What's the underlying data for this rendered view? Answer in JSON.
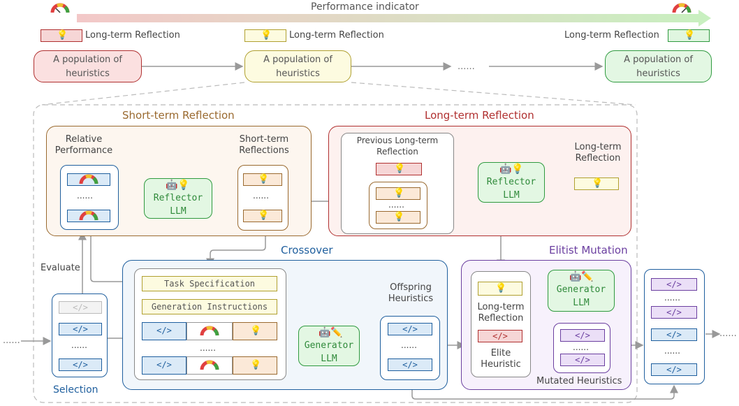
{
  "performance_indicator": "Performance indicator",
  "legend": {
    "left": "Long-term Reflection",
    "middle": "Long-term Reflection",
    "right": "Long-term Reflection"
  },
  "populations": {
    "p1": "A population of heuristics",
    "p2": "A population of heuristics",
    "p3": "A population of heuristics",
    "ellipsis": "......"
  },
  "short_term": {
    "title": "Short-term Reflection",
    "relative_performance": "Relative Performance",
    "short_term_reflections": "Short-term Reflections",
    "dots": "......",
    "reflector_line1": "Reflector",
    "reflector_line2": "LLM"
  },
  "long_term": {
    "title": "Long-term Reflection",
    "previous": "Previous Long-term Reflection",
    "output": "Long-term Reflection",
    "dots": "......",
    "reflector_line1": "Reflector",
    "reflector_line2": "LLM"
  },
  "crossover": {
    "title": "Crossover",
    "task_spec": "Task Specification",
    "gen_instr": "Generation Instructions",
    "dots": "......",
    "generator_line1": "Generator",
    "generator_line2": "LLM",
    "offspring": "Offspring Heuristics"
  },
  "mutation": {
    "title": "Elitist Mutation",
    "long_term": "Long-term Reflection",
    "elite": "Elite Heuristic",
    "generator_line1": "Generator",
    "generator_line2": "LLM",
    "mutated": "Mutated Heuristics",
    "dots": "......"
  },
  "selection": "Selection",
  "evaluate": "Evaluate",
  "code_label": "</>",
  "dots": "......",
  "colors": {
    "red": "#b03030",
    "yellow": "#b0a030",
    "green": "#2f9a3f",
    "brown": "#9a6a30",
    "blue": "#1f5f9e",
    "purple": "#6b3fa0"
  }
}
